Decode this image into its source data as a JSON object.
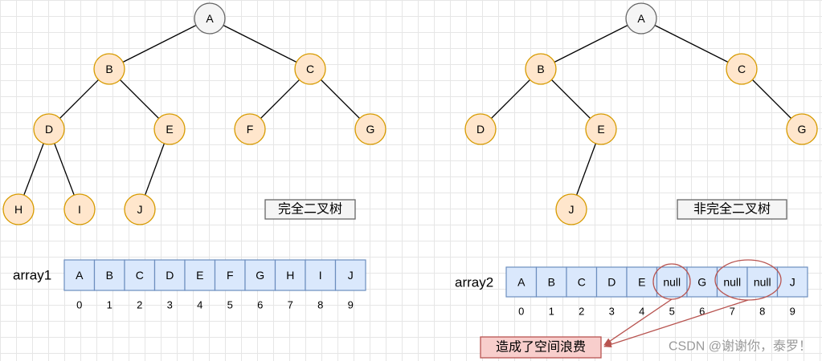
{
  "colors": {
    "node_fill": "#ffe6cc",
    "node_stroke": "#d79b00",
    "root_fill": "#f5f5f5",
    "root_stroke": "#666666",
    "cell_fill": "#dae8fc",
    "cell_stroke": "#6c8ebf",
    "waste_fill": "#f8cecc",
    "waste_stroke": "#b85450"
  },
  "complete_tree": {
    "title": "完全二叉树",
    "nodes": [
      "A",
      "B",
      "C",
      "D",
      "E",
      "F",
      "G",
      "H",
      "I",
      "J"
    ]
  },
  "incomplete_tree": {
    "title": "非完全二叉树",
    "nodes": [
      "A",
      "B",
      "C",
      "D",
      "E",
      "G",
      "J"
    ]
  },
  "array1": {
    "name": "array1",
    "cells": [
      "A",
      "B",
      "C",
      "D",
      "E",
      "F",
      "G",
      "H",
      "I",
      "J"
    ],
    "indices": [
      "0",
      "1",
      "2",
      "3",
      "4",
      "5",
      "6",
      "7",
      "8",
      "9"
    ]
  },
  "array2": {
    "name": "array2",
    "cells": [
      "A",
      "B",
      "C",
      "D",
      "E",
      "null",
      "G",
      "null",
      "null",
      "J"
    ],
    "indices": [
      "0",
      "1",
      "2",
      "3",
      "4",
      "5",
      "6",
      "7",
      "8",
      "9"
    ]
  },
  "waste_note": "造成了空间浪费",
  "watermark": "CSDN @谢谢你，泰罗！"
}
